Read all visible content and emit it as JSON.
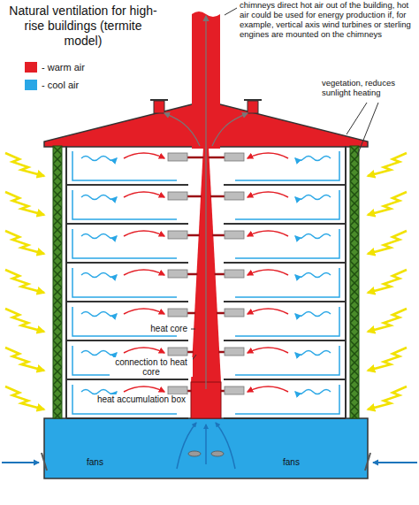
{
  "diagram": {
    "title": "Natural ventilation for high-rise buildings (termite model)",
    "labels": [
      "chimneys direct hot air out of the building, hot air could be used for energy production if, for example, vertical axis wind turbines or sterling engines are mounted on the chimneys",
      "vegetation, reduces sunlight heating",
      "heat core",
      "connection to heat core",
      "heat accumulation box",
      "fans",
      "fans"
    ],
    "legend": [
      {
        "text": "- warm air",
        "color": "#e41e26"
      },
      {
        "text": "- cool air",
        "color": "#2aa7e6"
      }
    ]
  }
}
